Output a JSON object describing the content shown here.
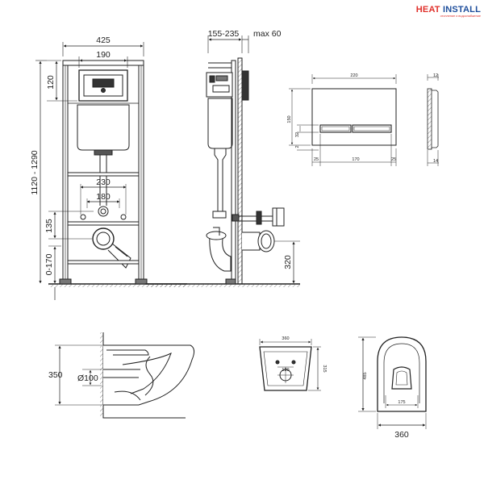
{
  "brand": {
    "name_part1": "HEAT",
    "name_part2": "INSTALL",
    "tagline": "отопление и водоснабжение",
    "colors": {
      "blue": "#1e4e9c",
      "red": "#e0312b"
    }
  },
  "frame_front": {
    "width": "425",
    "inner_width": "190",
    "top_offset": "120",
    "height": "1120 - 1290",
    "bolt_spacing_outer": "230",
    "bolt_spacing_inner": "180",
    "drain_height": "135",
    "foot_adjust": "0-170"
  },
  "frame_side": {
    "depth": "155-235",
    "wall_gap": "max 60",
    "drain_axis": "320"
  },
  "flush_plate": {
    "width": "220",
    "height": "150",
    "button_spacing": "170",
    "side_margin_left": "25",
    "side_margin_right": "25",
    "button_height": "32",
    "button_gap": "2",
    "thickness": "12",
    "side_depth": "14"
  },
  "bowl_side": {
    "height": "350",
    "pipe_diameter": "Ø100"
  },
  "bowl_back": {
    "width": "360",
    "height": "315",
    "bolt_spacing": "180"
  },
  "bowl_top": {
    "length": "485",
    "width": "360",
    "seat_width": "175"
  }
}
